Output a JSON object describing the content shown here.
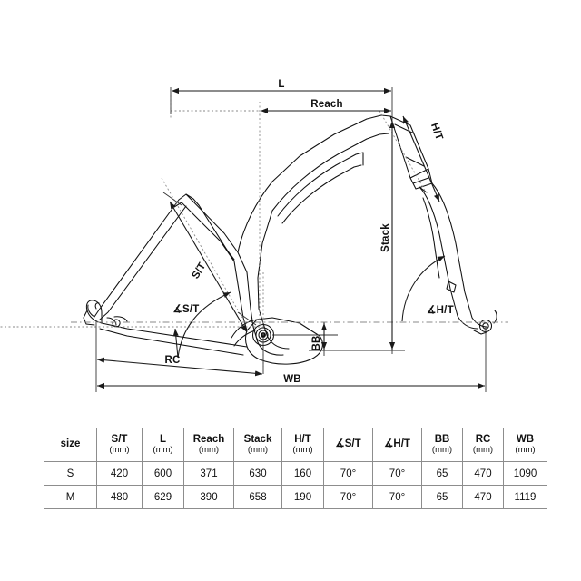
{
  "diagram": {
    "title": "bicycle-frame-geometry",
    "dimension_labels": {
      "length": "L",
      "reach": "Reach",
      "head_tube": "H/T",
      "stack": "Stack",
      "seat_tube": "S/T",
      "seat_tube_angle": "∡S/T",
      "head_tube_angle": "∡H/T",
      "bottom_bracket": "BB",
      "rear_center": "RC",
      "wheelbase": "WB"
    },
    "colors": {
      "line": "#1a1a1a",
      "dimension_line": "#333333",
      "centerline": "#8a8a8a",
      "frame_outline": "#111111"
    }
  },
  "table": {
    "columns": [
      {
        "label": "size",
        "unit": ""
      },
      {
        "label": "S/T",
        "unit": "(mm)"
      },
      {
        "label": "L",
        "unit": "(mm)"
      },
      {
        "label": "Reach",
        "unit": "(mm)"
      },
      {
        "label": "Stack",
        "unit": "(mm)"
      },
      {
        "label": "H/T",
        "unit": "(mm)"
      },
      {
        "label": "∡S/T",
        "unit": ""
      },
      {
        "label": "∡H/T",
        "unit": ""
      },
      {
        "label": "BB",
        "unit": "(mm)"
      },
      {
        "label": "RC",
        "unit": "(mm)"
      },
      {
        "label": "WB",
        "unit": "(mm)"
      }
    ],
    "rows": [
      {
        "size": "S",
        "st": "420",
        "l": "600",
        "reach": "371",
        "stack": "630",
        "ht": "160",
        "st_angle": "70°",
        "ht_angle": "70°",
        "bb": "65",
        "rc": "470",
        "wb": "1090"
      },
      {
        "size": "M",
        "st": "480",
        "l": "629",
        "reach": "390",
        "stack": "658",
        "ht": "190",
        "st_angle": "70°",
        "ht_angle": "70°",
        "bb": "65",
        "rc": "470",
        "wb": "1119"
      }
    ]
  }
}
